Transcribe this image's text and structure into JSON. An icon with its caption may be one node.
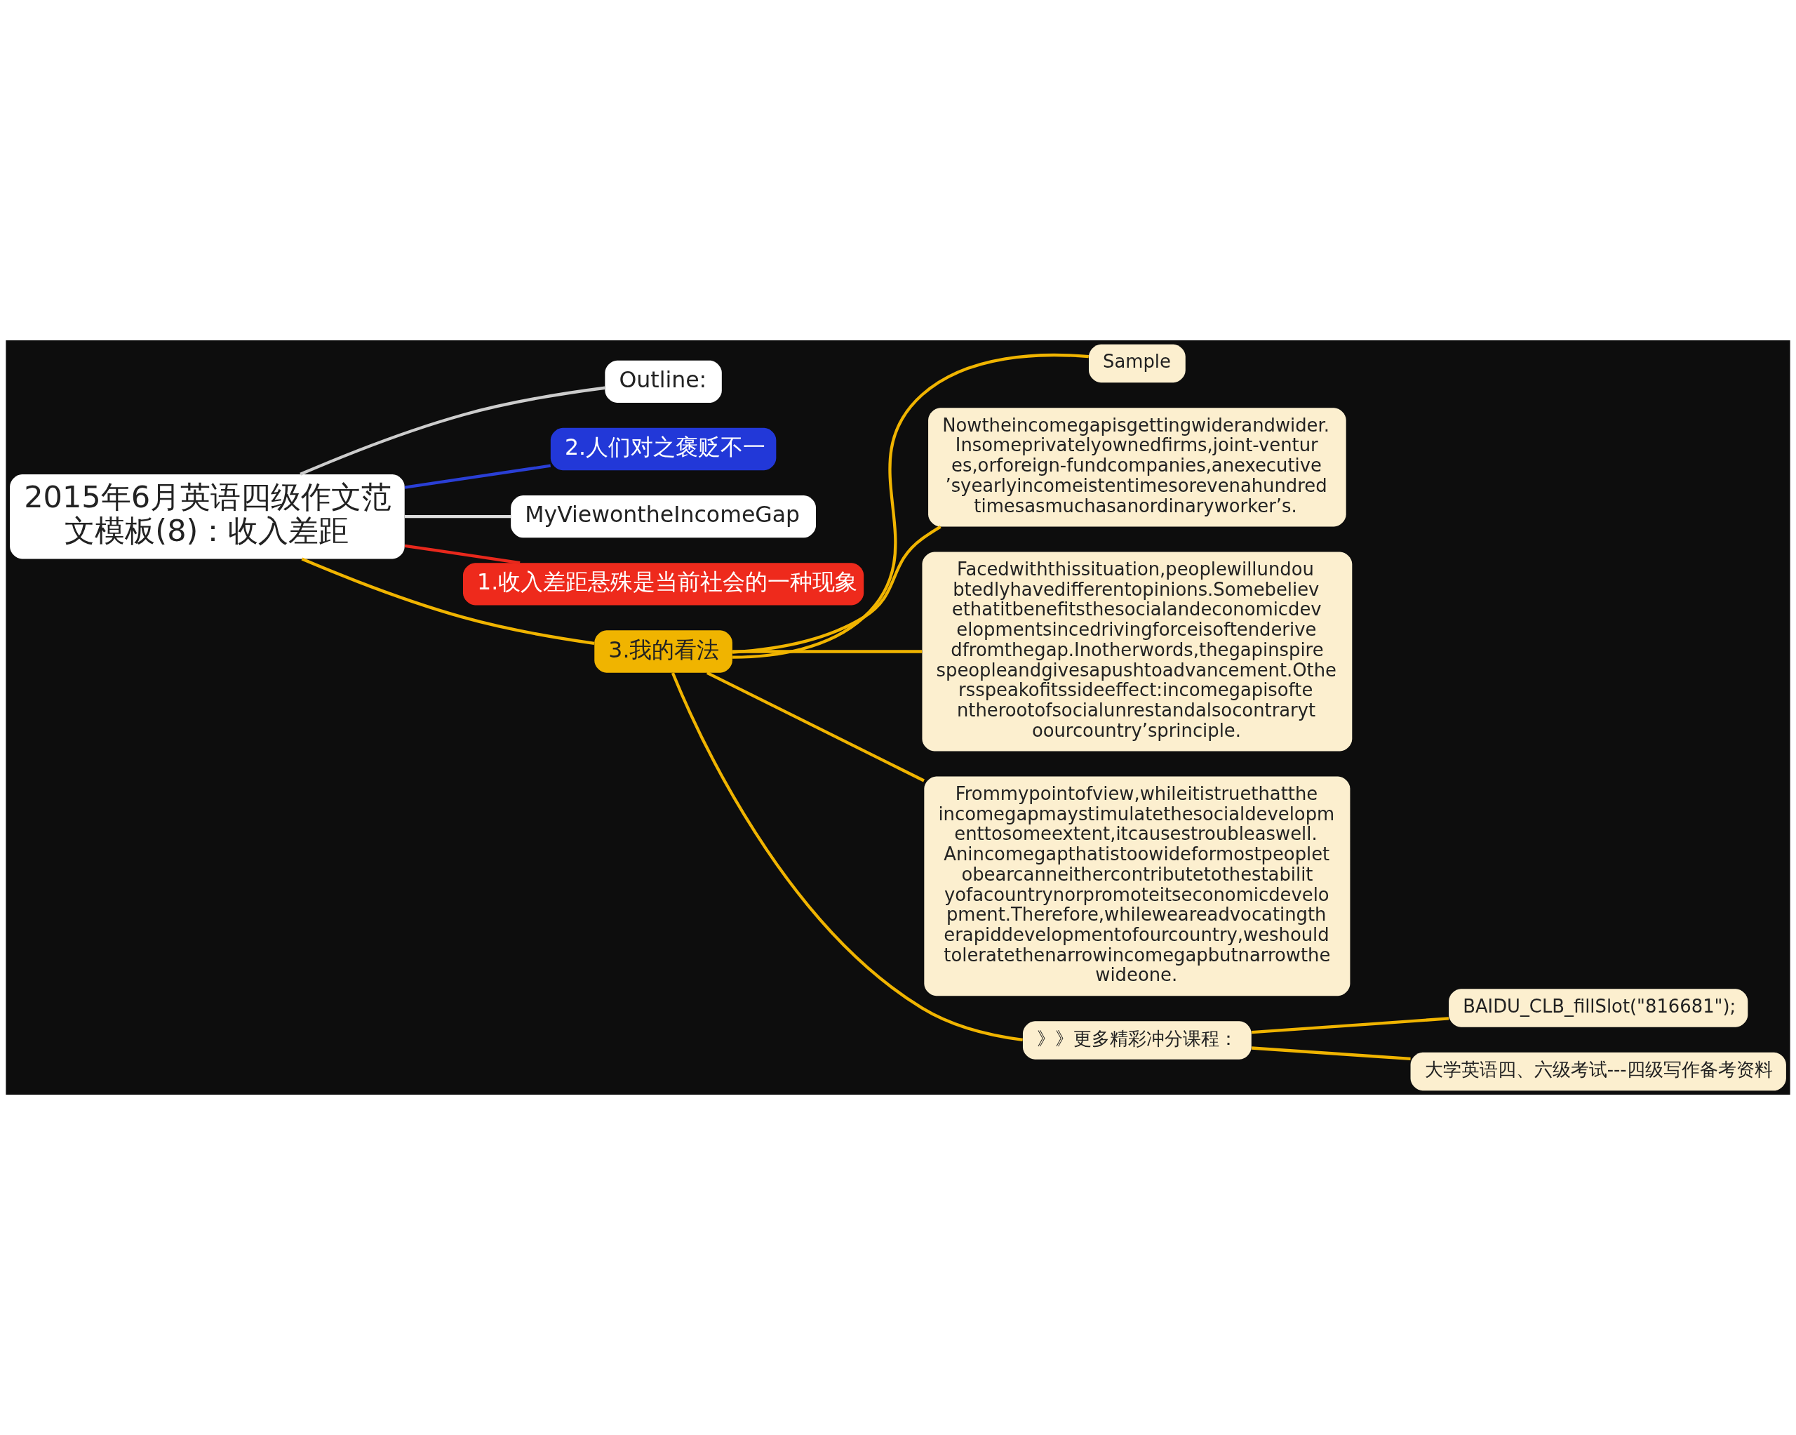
{
  "diagram": {
    "nodes": [
      {
        "text": [
          "2015年6月英语四级作文范文模板(8)：收入差距"
        ]
      },
      {
        "text": [
          "Outline:"
        ]
      },
      {
        "text": [
          "2.人们对之褒贬不一"
        ]
      },
      {
        "text": [
          "MyViewontheIncomeGap"
        ]
      },
      {
        "text": [
          "1.收入差距悬殊是当前社会的一种现象"
        ]
      },
      {
        "text": [
          "3.我的看法"
        ]
      },
      {
        "text": [
          "Sample"
        ]
      },
      {
        "text": [
          "Nowtheincomegapisgettingwiderandwider.Insomeprivatelyownedfirms,joint-ventures,orforeign-fundcompanies,anexecutive’syearlyincomeistentimesorevenahundredtimesasmuchasanordinaryworker’s."
        ]
      },
      {
        "text": [
          "Facedwiththissituation,peoplewillundoubtedlyhavedifferentopinions.Somebelievethatitbenefitsthesocialandeconomicdevelopmentsincedrivingforceisoftenderivedfromthegap.Inotherwords,thegapinspirespeopleandgivesapushtoadvancement.Othersspeakofitssideeffect:incomegapisoftentherootofsocialunrestandalsocontrarytoourcountry’sprinciple."
        ]
      },
      {
        "text": [
          "Frommypointofview,whileitistruethattheincomegapmaystimulatethesocialdevelopmenttosomeextent,itcausestroubleaswell.Anincomegapthatistoowideformostpeopletobearcanneithercontributetothestabilityofacountrynorpromoteitseconomicdevelopment.Therefore,whileweareadvocatingtherapiddevelopmentofourcountry,weshouldtoleratethenarrowincomegapbutnarrowthewideone."
        ]
      },
      {
        "text": [
          "》》更多精彩冲分课程："
        ]
      },
      {
        "text": [
          "BAIDU_CLB_fillSlot(\"816681\");"
        ]
      },
      {
        "text": [
          "大学英语四、六级考试---四级写作备考资料"
        ]
      }
    ],
    "edges": [
      {
        "from": 0,
        "to": 1,
        "arrow": "none",
        "color": "#cccccc"
      },
      {
        "from": 0,
        "to": 2,
        "arrow": "none",
        "color": "#2a3fd6"
      },
      {
        "from": 0,
        "to": 3,
        "arrow": "none",
        "color": "#dddddd"
      },
      {
        "from": 0,
        "to": 4,
        "arrow": "none",
        "color": "#e8281c"
      },
      {
        "from": 0,
        "to": 5,
        "arrow": "none"
      },
      {
        "from": 5,
        "to": 6,
        "arrow": "none"
      },
      {
        "from": 5,
        "to": 7,
        "arrow": "none"
      },
      {
        "from": 5,
        "to": 8,
        "arrow": "none"
      },
      {
        "from": 5,
        "to": 9,
        "arrow": "none"
      },
      {
        "from": 5,
        "to": 10,
        "arrow": "none"
      },
      {
        "from": 10,
        "to": 11,
        "arrow": "none"
      },
      {
        "from": 10,
        "to": 12,
        "arrow": "none"
      }
    ]
  }
}
